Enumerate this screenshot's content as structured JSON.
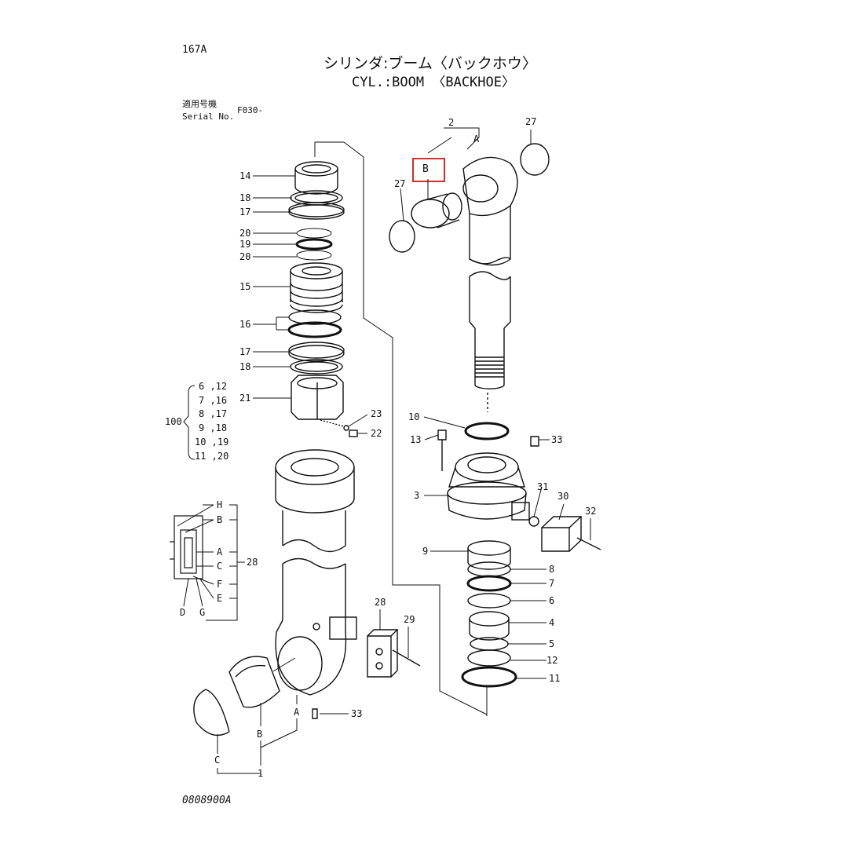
{
  "page_code": "167A",
  "title_jp": "シリンダ:ブーム〈バックホウ〉",
  "title_en": "CYL.:BOOM 〈BACKHOE〉",
  "serial_label_jp": "適用号機",
  "serial_label_en": "Serial No.",
  "serial_value": "F030-",
  "drawing_number": "0808900A",
  "kit_number": "100",
  "kit_parts": [
    "6 ,12",
    "7 ,16",
    "8 ,17",
    "9 ,18",
    "10 ,19",
    "11 ,20"
  ],
  "highlight_label": "B",
  "callouts_left": [
    "14",
    "18",
    "17",
    "20",
    "19",
    "20",
    "15",
    "16",
    "17",
    "18",
    "21"
  ],
  "callouts_small": [
    "23",
    "22"
  ],
  "callouts_right_top": [
    "2",
    "A",
    "27",
    "27"
  ],
  "callouts_right_mid": [
    "10",
    "13",
    "33",
    "3",
    "31",
    "30",
    "32"
  ],
  "callouts_right_low": [
    "9",
    "8",
    "7",
    "6",
    "4",
    "5",
    "12",
    "11"
  ],
  "callouts_valve": [
    "H",
    "B",
    "A",
    "C",
    "F",
    "E",
    "D",
    "G",
    "28"
  ],
  "callouts_bottom": [
    "28",
    "29",
    "33",
    "A",
    "B",
    "C",
    "1"
  ],
  "colors": {
    "line": "#111111",
    "highlight": "#d32f2f",
    "background": "#ffffff"
  }
}
